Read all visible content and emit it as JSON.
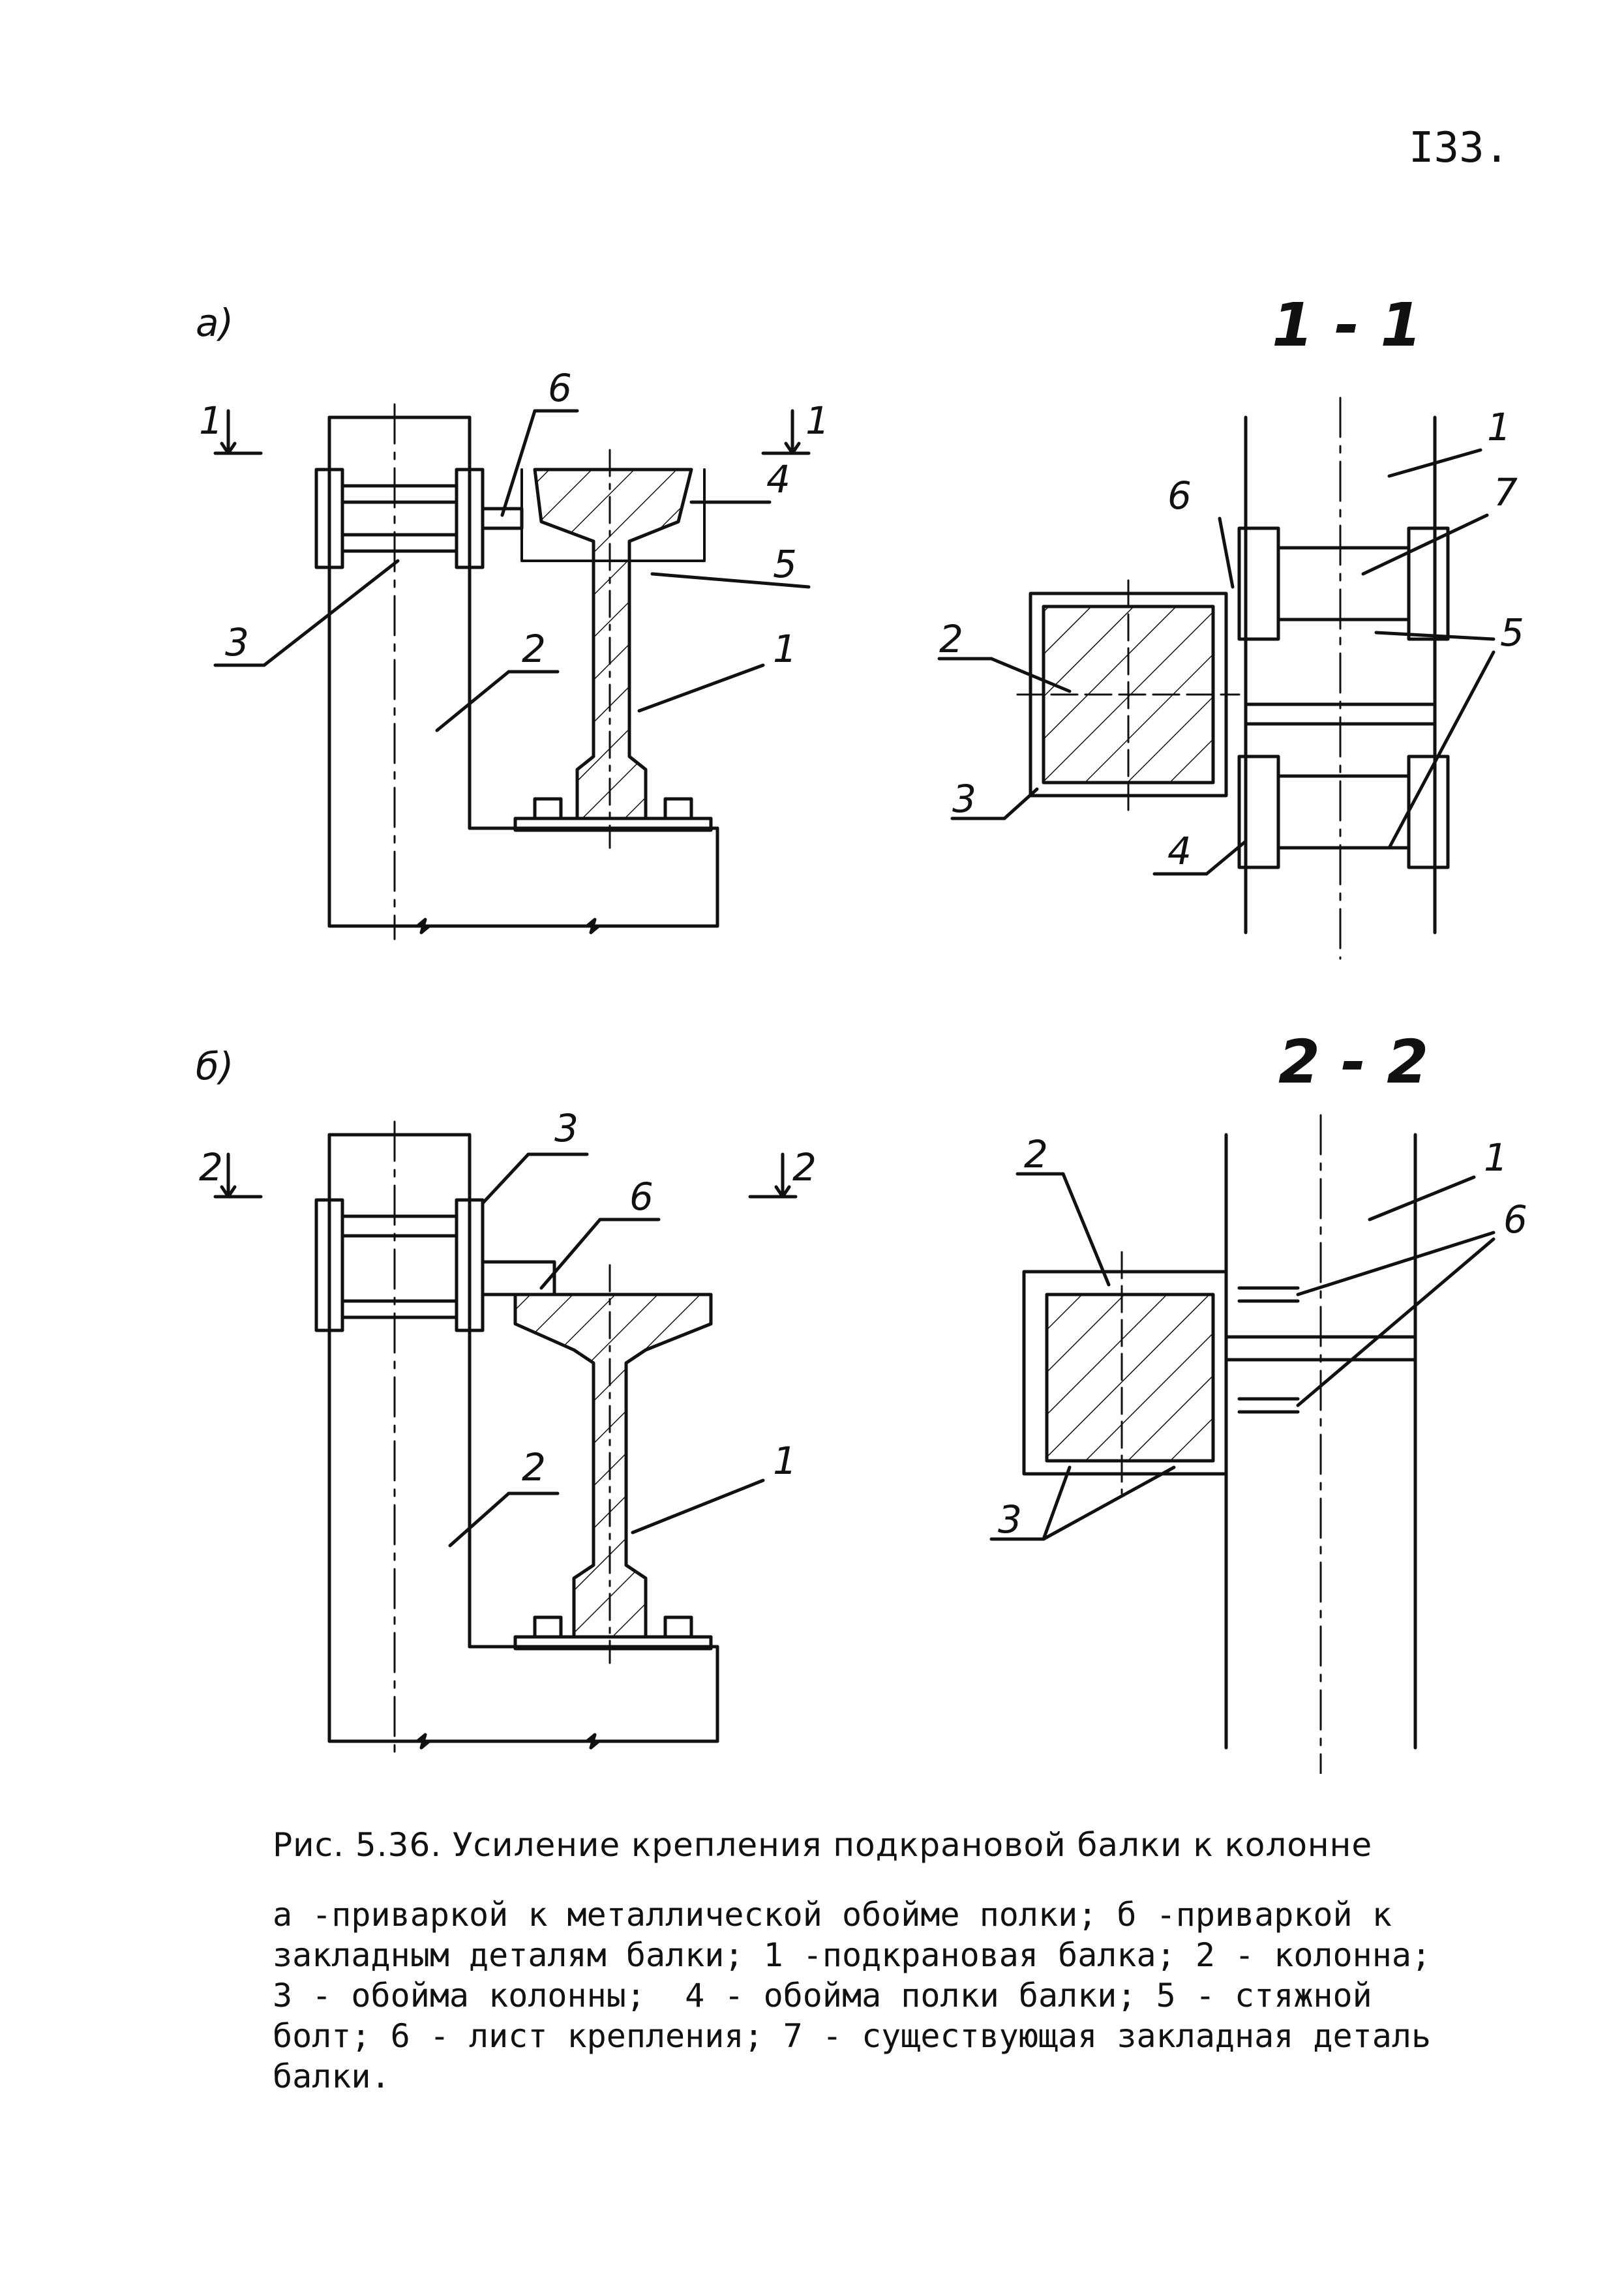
{
  "page_number": "I33.",
  "figure": {
    "panel_a_label": "а)",
    "panel_b_label": "б)",
    "section_1_title": "1 - 1",
    "section_2_title": "2 - 2",
    "cut_1": "1",
    "cut_2": "2",
    "callouts": [
      "1",
      "2",
      "3",
      "4",
      "5",
      "6",
      "7"
    ]
  },
  "caption": "Рис. 5.36.  Усиление крепления подкрановой балки к колонне",
  "legend_lines": [
    "а -приваркой к металлической обойме полки; б -приваркой к",
    "закладным деталям балки; 1 -подкрановая балка; 2 - колонна;",
    "3 - обойма колонны;  4 - обойма полки балки; 5 - стяжной",
    "болт; 6 - лист крепления; 7 - существующая закладная деталь",
    "балки."
  ],
  "colors": {
    "ink": "#111111",
    "paper": "#ffffff"
  }
}
